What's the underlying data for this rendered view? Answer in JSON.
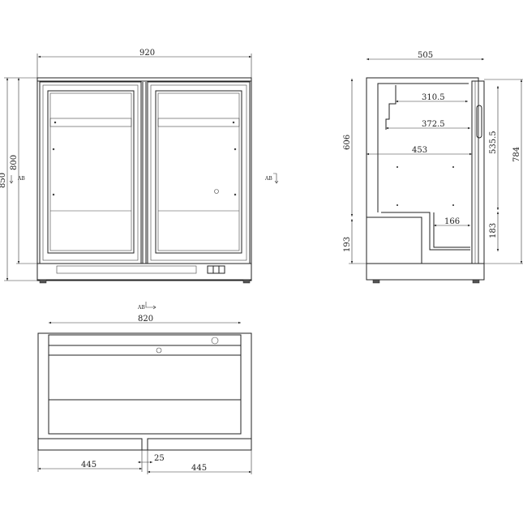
{
  "front_view": {
    "dims": {
      "width": "920",
      "height_total": "850",
      "height_body": "800"
    },
    "section_marker": "AB"
  },
  "side_view": {
    "dims": {
      "depth": "505",
      "d1": "310.5",
      "d2": "372.5",
      "d3": "453",
      "h_upper": "606",
      "h_lower": "193",
      "h_total": "784",
      "h_inner": "535.5",
      "h_step": "183",
      "step_depth": "166"
    }
  },
  "top_view": {
    "dims": {
      "inner_width": "820",
      "left": "445",
      "gap": "25",
      "right": "445"
    },
    "section_marker": "AB"
  },
  "colors": {
    "line": "#222222",
    "background": "#ffffff"
  }
}
